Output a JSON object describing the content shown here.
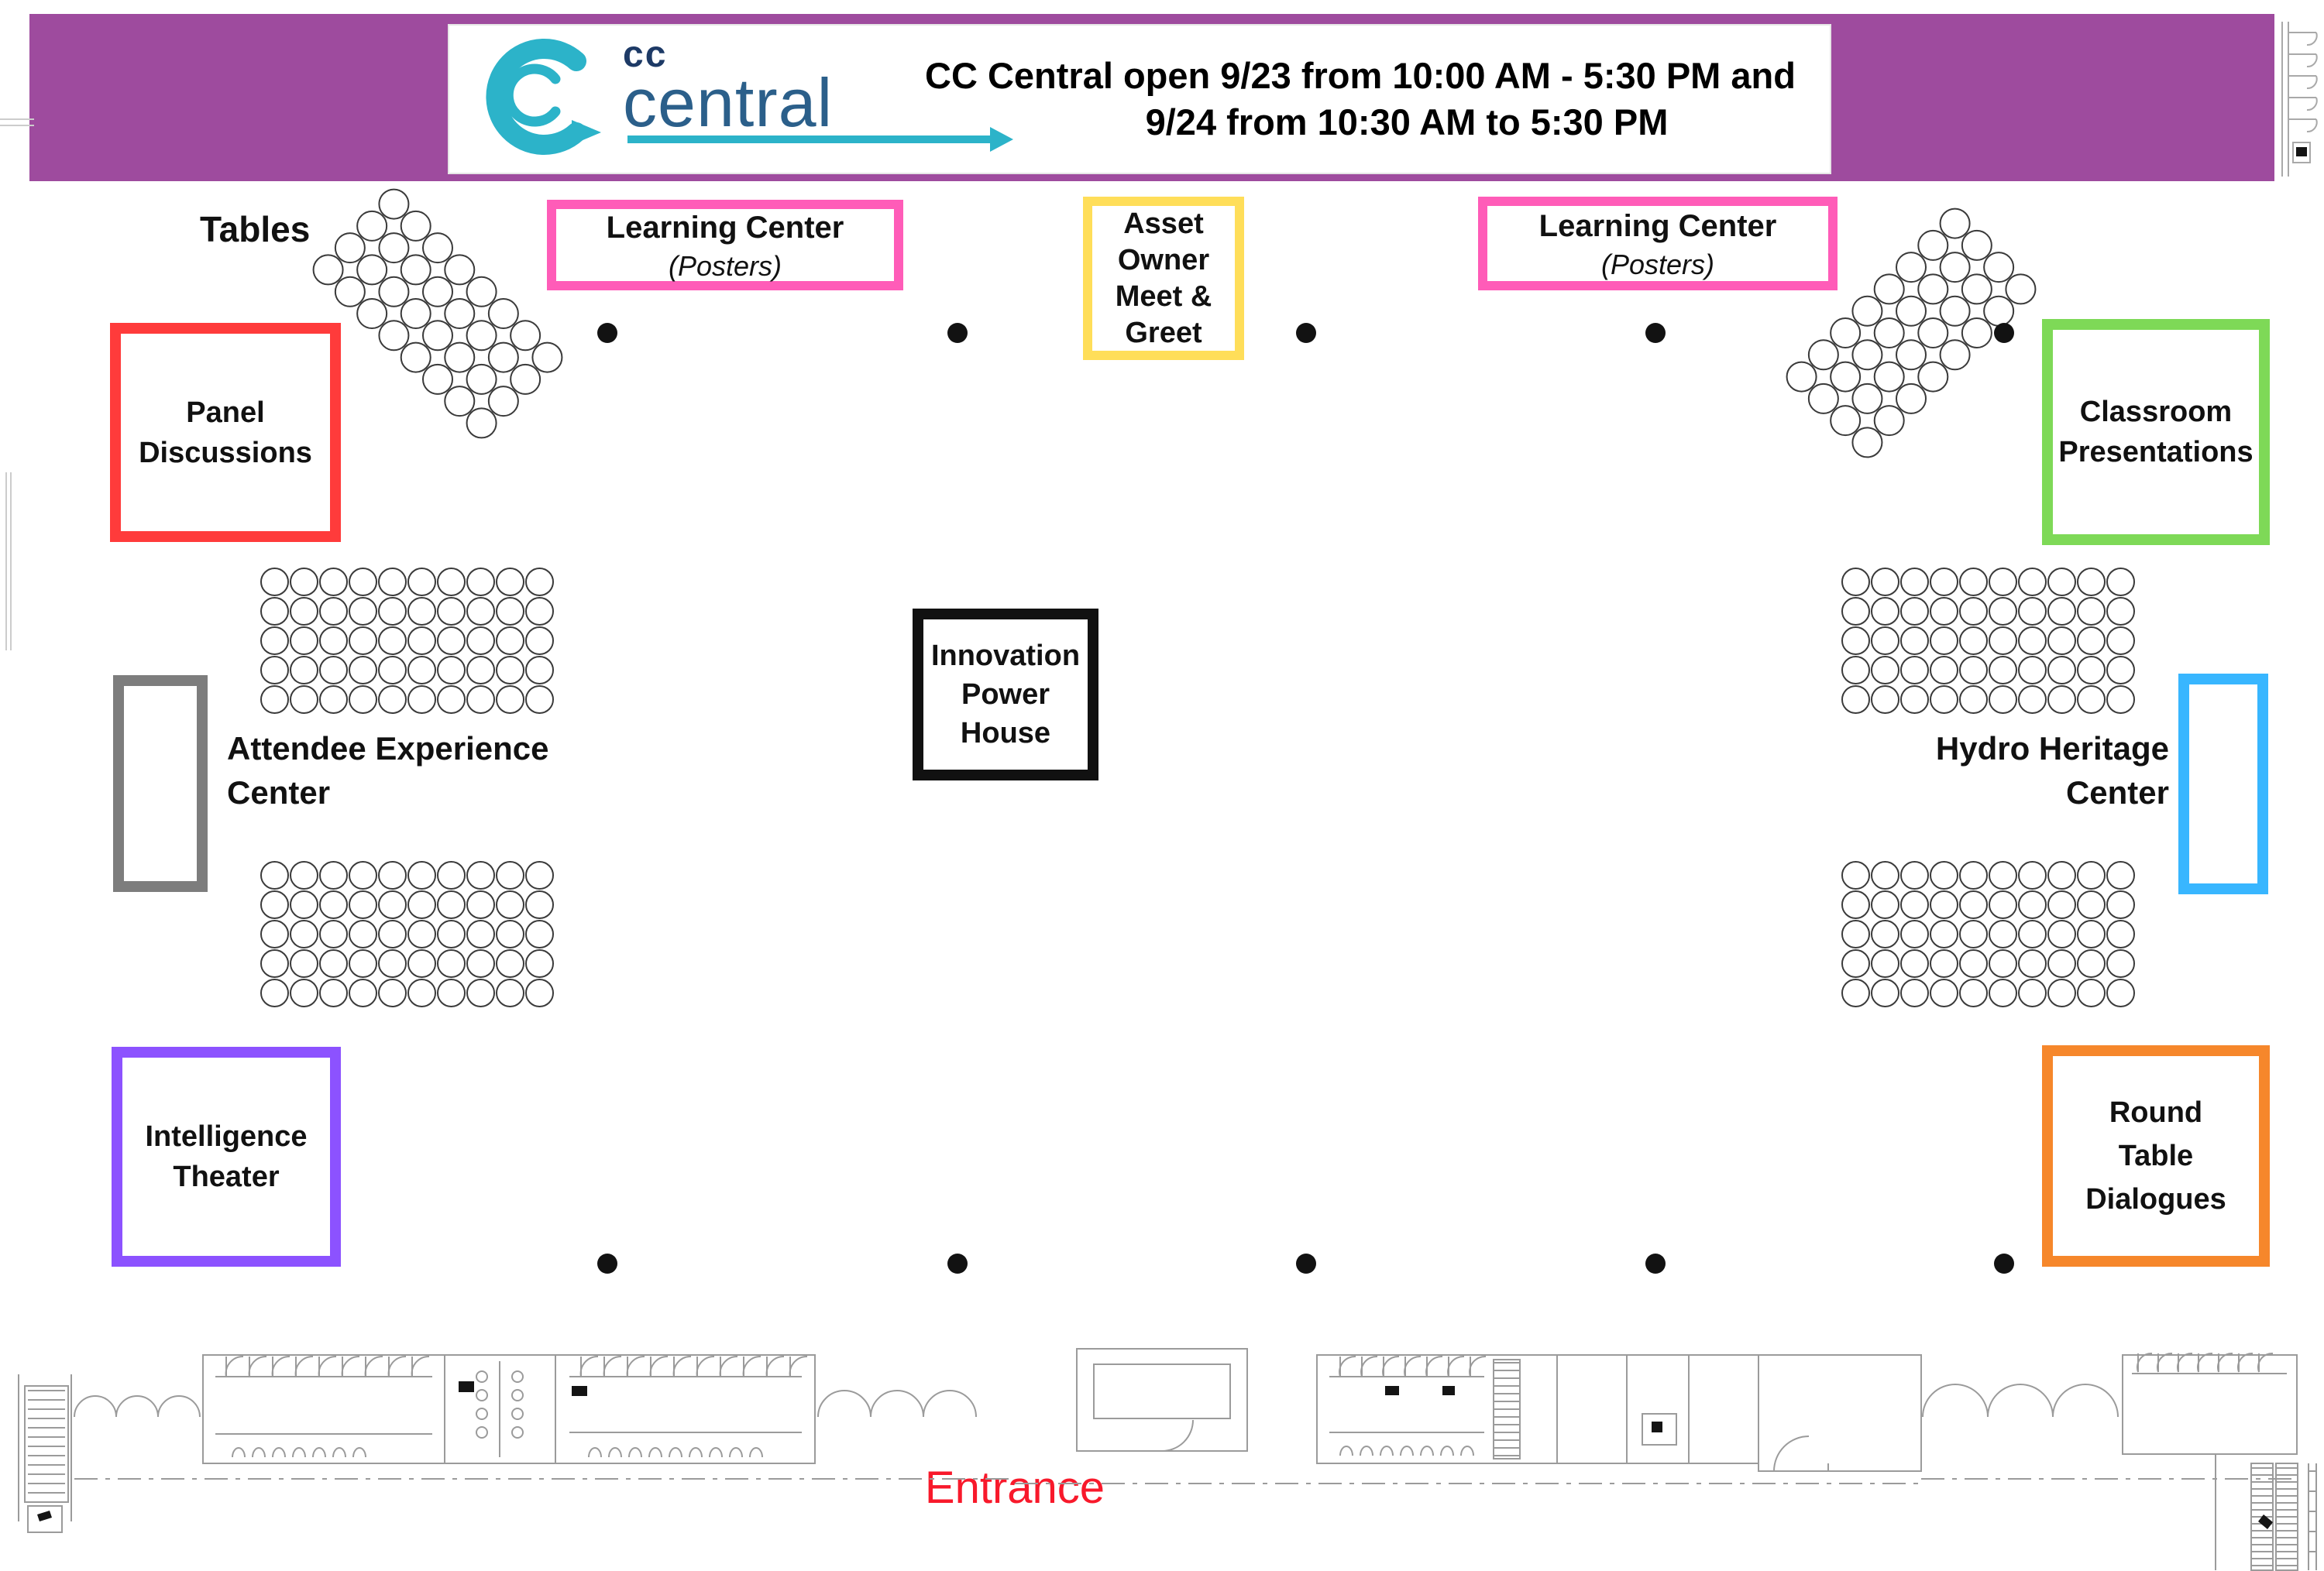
{
  "banner": {
    "bg_color": "#9E4B9E",
    "logo": {
      "cc": "cc",
      "central": "central"
    },
    "hours_line1": "CC Central open 9/23 from 10:00 AM - 5:30 PM and",
    "hours_line2": "9/24 from 10:30 AM to 5:30 PM"
  },
  "labels": {
    "tables": "Tables",
    "attendee_experience": "Attendee Experience\nCenter",
    "hydro_heritage": "Hydro Heritage\nCenter",
    "entrance": "Entrance"
  },
  "areas": {
    "learning_center_left": {
      "label": "Learning Center",
      "sublabel": "(Posters)",
      "color": "#FF5CB8"
    },
    "asset_owner": {
      "label": "Asset\nOwner\nMeet &\nGreet",
      "color": "#FFDE59"
    },
    "learning_center_right": {
      "label": "Learning Center",
      "sublabel": "(Posters)",
      "color": "#FF5CB8"
    },
    "panel_discussions": {
      "label": "Panel\nDiscussions",
      "color": "#FF3B3B"
    },
    "classroom_presentations": {
      "label": "Classroom\nPresentations",
      "color": "#7ED957"
    },
    "innovation_power_house": {
      "label": "Innovation\nPower\nHouse",
      "color": "#111111"
    },
    "attendee_booth": {
      "color": "#7D7D7D"
    },
    "hydro_booth": {
      "color": "#38B6FF"
    },
    "intelligence_theater": {
      "label": "Intelligence\nTheater",
      "color": "#8C52FF"
    },
    "round_table_dialogues": {
      "label": "Round\nTable\nDialogues",
      "color": "#F6872B"
    }
  },
  "seating": {
    "grid_rows": 5,
    "grid_cols": 10,
    "diag_rows": 8,
    "diag_cols": 4
  },
  "entrance_color": "#F8192B"
}
